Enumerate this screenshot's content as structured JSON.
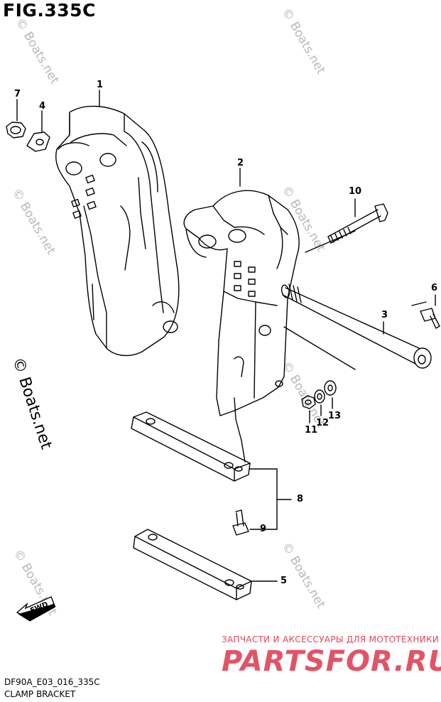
{
  "figure": {
    "title": "FIG.335C",
    "code": "DF90A_E03_016_335C",
    "caption": "CLAMP BRACKET"
  },
  "watermark": {
    "text": "© Boats.net",
    "vertical_text": "© Boats.net"
  },
  "promo": {
    "tagline": "ЗАПЧАСТИ И АКСЕССУАРЫ ДЛЯ МОТОТЕХНИКИ",
    "logo": "PARTSFOR.RU",
    "color": "#e0455a"
  },
  "fwd_label": "FWD",
  "callouts": {
    "c1": "1",
    "c2": "2",
    "c3": "3",
    "c4": "4",
    "c5": "5",
    "c6": "6",
    "c7": "7",
    "c8": "8",
    "c9": "9",
    "c10": "10",
    "c11": "11",
    "c12": "12",
    "c13": "13"
  }
}
